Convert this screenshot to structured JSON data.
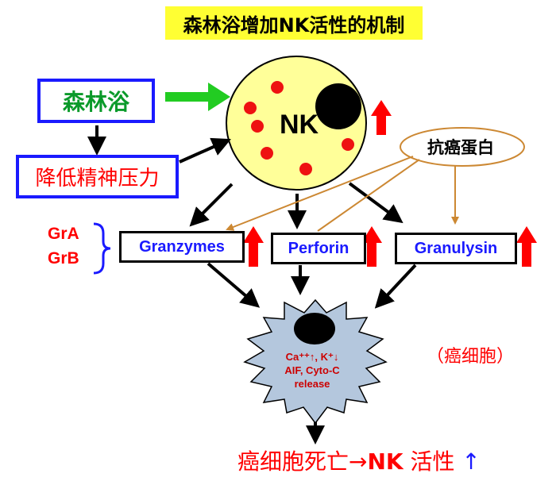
{
  "title": "森林浴增加NK活性的机制",
  "forest_bath": "森林浴",
  "reduce_stress": "降低精神压力",
  "nk_cell": "NK",
  "anticancer_protein": "抗癌蛋白",
  "grA": "GrA",
  "grB": "GrB",
  "granzymes": "Granzymes",
  "perforin": "Perforin",
  "granulysin": "Granulysin",
  "cancer_cell_label": "（癌细胞）",
  "release_lines": [
    "Ca⁺⁺↑, K⁺↓",
    "AIF, Cyto-C",
    "release"
  ],
  "result": {
    "part1": "癌细胞死亡→",
    "part2": "NK",
    "part3": " 活性 ",
    "part4": "↑"
  },
  "colors": {
    "title_bg": "#ffff33",
    "nk_cell_fill": "#ffff99",
    "green_arrow": "#22cc22",
    "red_arrow": "#ff0000",
    "brown_arrow": "#cc8833",
    "blue_text": "#1a1aff",
    "cancer_cell_fill": "#b4c7dd"
  }
}
